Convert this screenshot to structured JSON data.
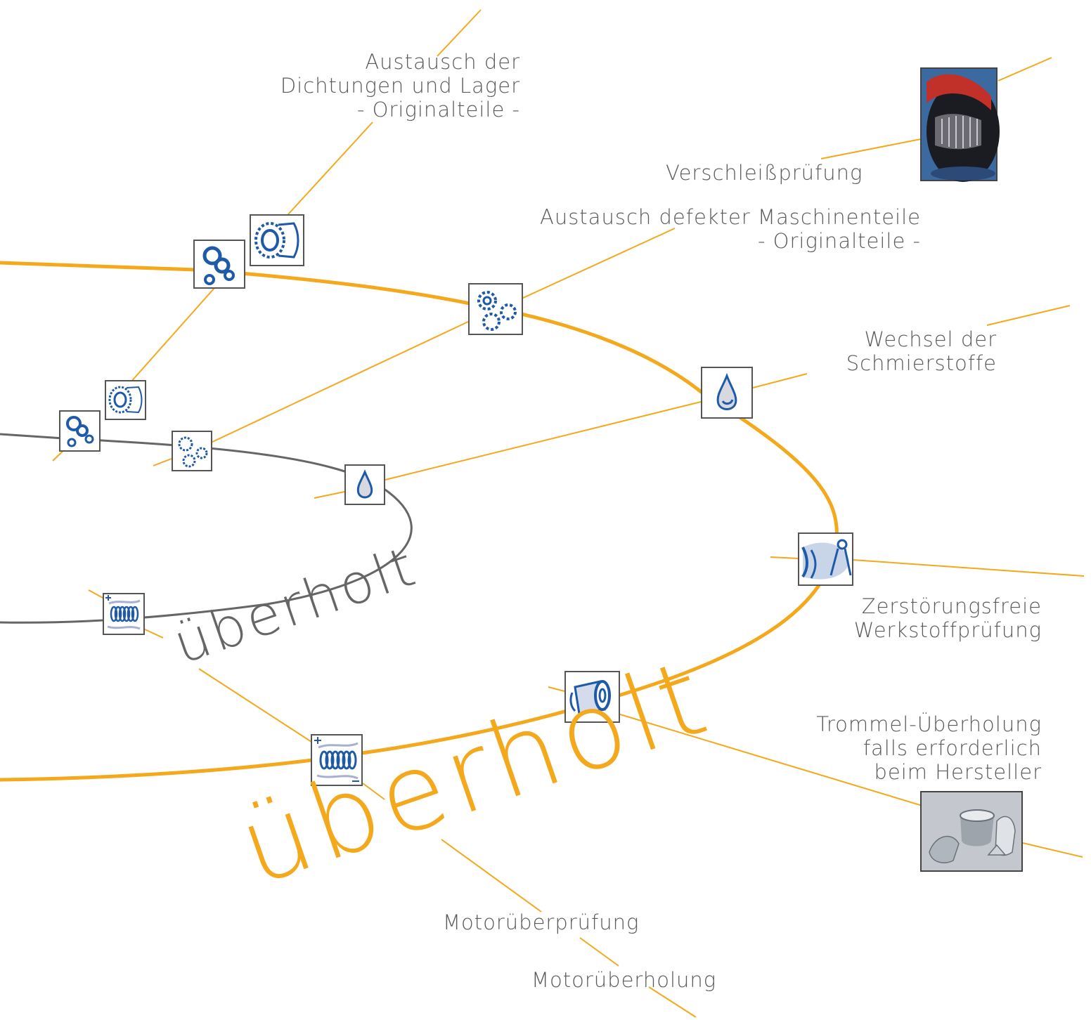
{
  "labels": {
    "dichtungen": [
      "Austausch der",
      "Dichtungen und Lager",
      "- Originalteile -"
    ],
    "verschleiss": "Verschleißprüfung",
    "maschinenteile": [
      "Austausch defekter Maschinenteile",
      "- Originalteile -"
    ],
    "schmierstoffe": [
      "Wechsel der",
      "Schmierstoffe"
    ],
    "werkstoff": [
      "Zerstörungsfreie",
      "Werkstoffprüfung"
    ],
    "trommel": [
      "Trommel-Überholung",
      "falls erforderlich",
      "beim Hersteller"
    ],
    "motorpruefung": "Motorüberprüfung",
    "motorueberholung": "Motorüberholung"
  },
  "words": {
    "inner": "überholt",
    "outer": "überholt"
  },
  "colors": {
    "orange": "#f4a81c",
    "grey_curve": "#666666",
    "icon_blue": "#1f5aa8",
    "text": "#5a5a5a"
  },
  "icons": [
    "gear-cluster-icon",
    "seal-bearing-icon",
    "gears-icon",
    "lubricant-drop-icon",
    "drum-inspection-icon",
    "motor-drum-icon",
    "motor-coil-icon"
  ]
}
